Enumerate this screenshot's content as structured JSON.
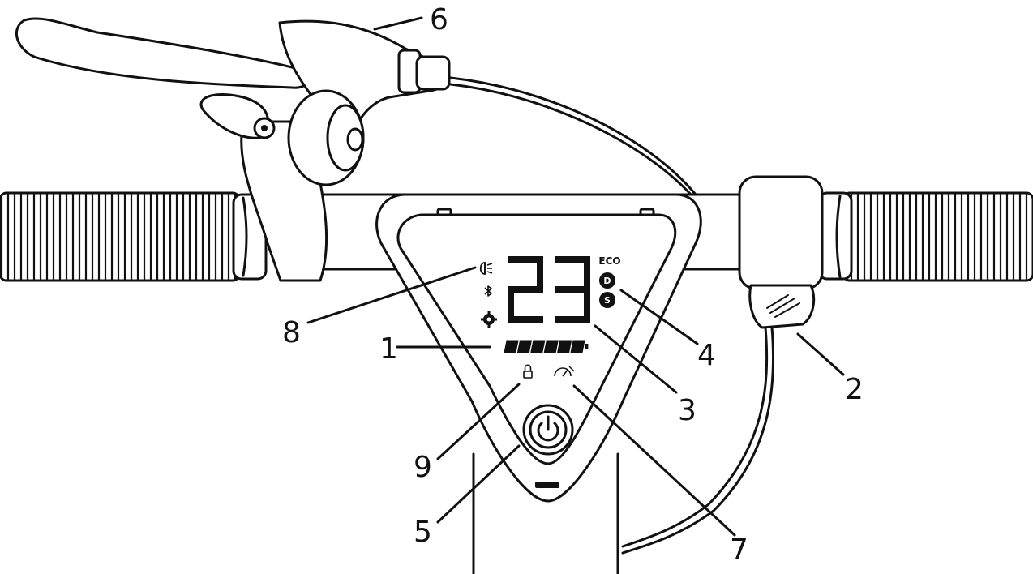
{
  "display": {
    "speed": "23",
    "mode_eco": "ECO",
    "mode_d": "D",
    "mode_s": "S",
    "battery_level": 1.0
  },
  "callouts": [
    {
      "id": "1",
      "text": "1"
    },
    {
      "id": "2",
      "text": "2"
    },
    {
      "id": "3",
      "text": "3"
    },
    {
      "id": "4",
      "text": "4"
    },
    {
      "id": "5",
      "text": "5"
    },
    {
      "id": "6",
      "text": "6"
    },
    {
      "id": "7",
      "text": "7"
    },
    {
      "id": "8",
      "text": "8"
    },
    {
      "id": "9",
      "text": "9"
    }
  ],
  "icons": {
    "headlight": "headlight-icon",
    "bluetooth": "bluetooth-icon",
    "warning": "gear-warning-icon",
    "lock": "lock-icon",
    "speed_limit": "speedometer-icon",
    "power": "power-icon",
    "throttle": "throttle-icon",
    "brake": "brake-lever-icon",
    "bell": "bell-icon"
  }
}
